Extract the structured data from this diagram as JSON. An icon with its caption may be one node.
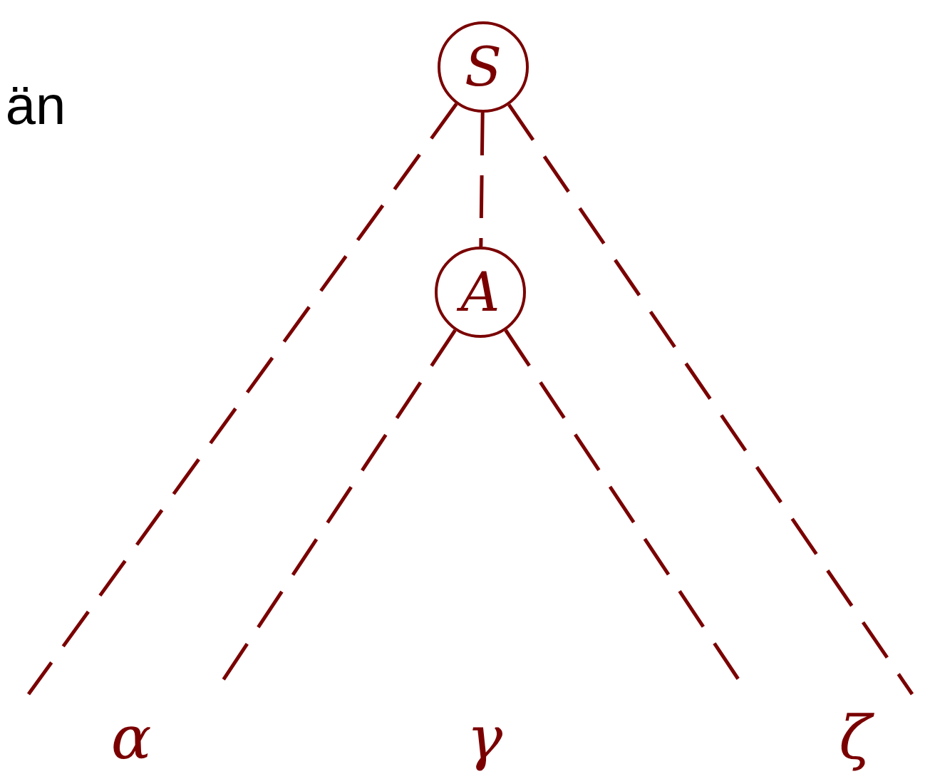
{
  "diagram": {
    "nodes": [
      {
        "text": [
          "S"
        ]
      },
      {
        "text": [
          "A"
        ]
      }
    ],
    "edges": [
      {
        "from": 0,
        "to": 1,
        "arrow": "none",
        "style": "dashed"
      },
      {
        "from": 0,
        "to": null,
        "arrow": "none",
        "style": "dashed"
      },
      {
        "from": 1,
        "to": null,
        "arrow": "none",
        "style": "dashed"
      },
      {
        "from": 1,
        "to": null,
        "arrow": "none",
        "style": "dashed"
      },
      {
        "from": 0,
        "to": null,
        "arrow": "none",
        "style": "dashed"
      }
    ],
    "labels": [
      "än",
      "α",
      "γ",
      "ζ"
    ]
  }
}
